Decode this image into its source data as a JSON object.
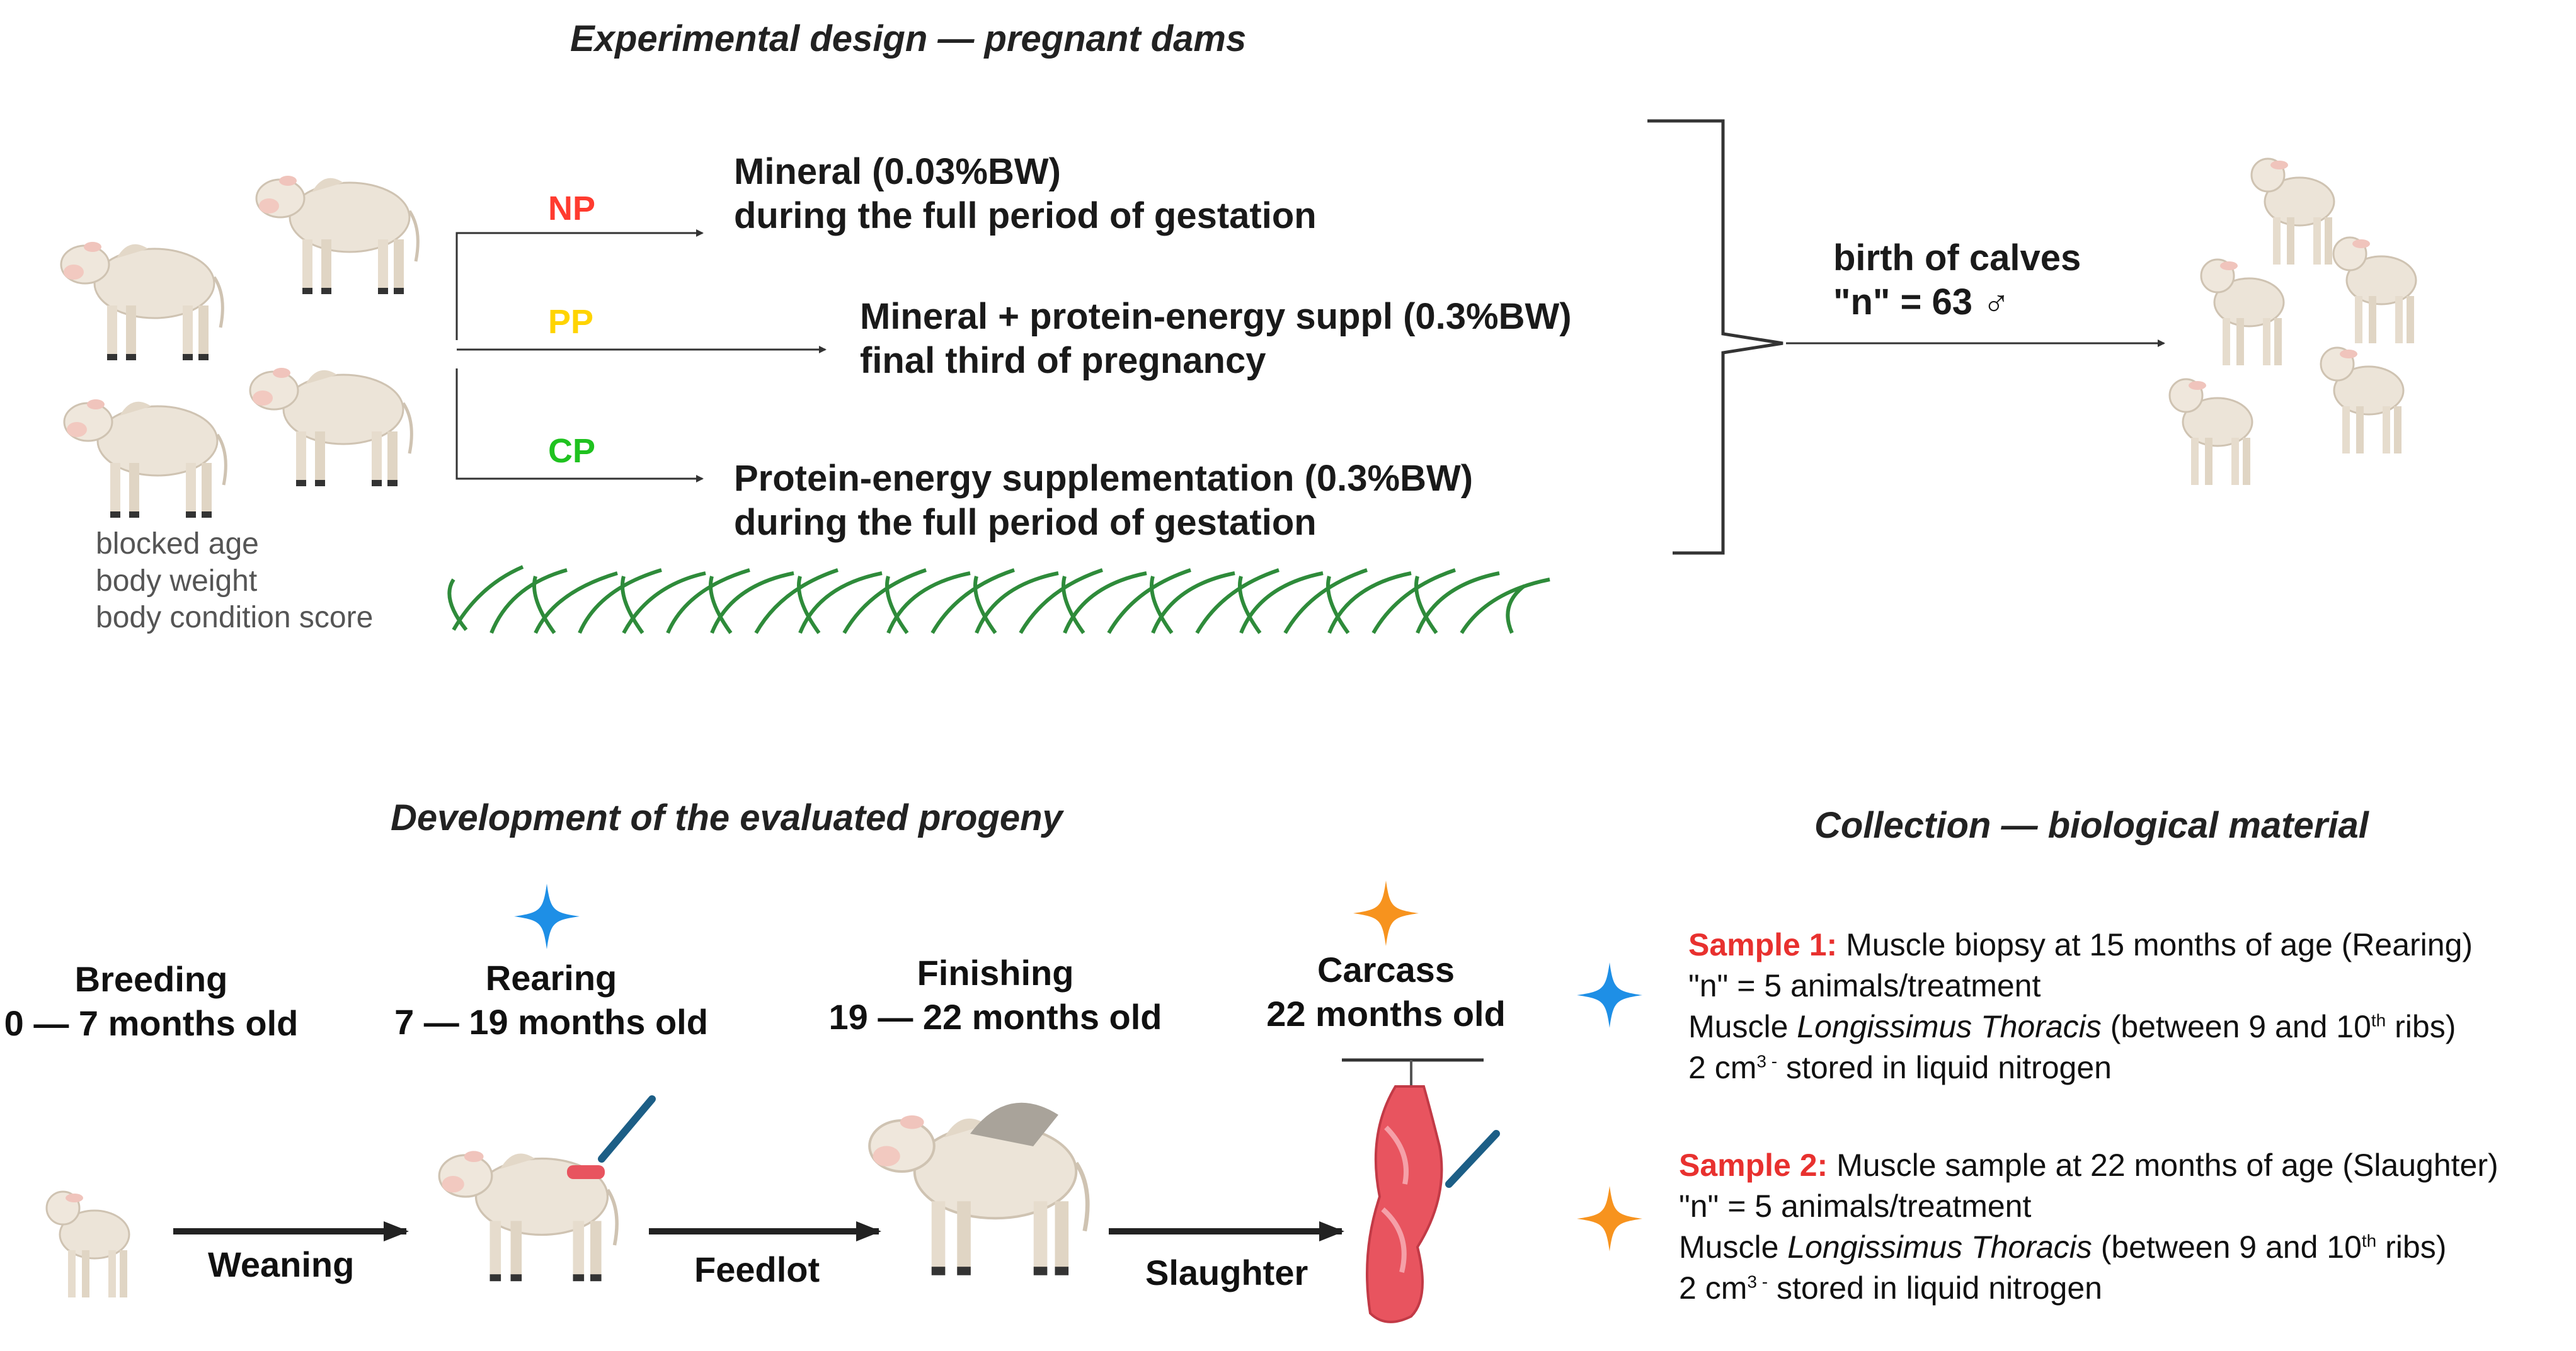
{
  "titles": {
    "experimental": "Experimental design — pregnant dams",
    "development": "Development of the evaluated progeny",
    "collection": "Collection — biological material"
  },
  "blocking": {
    "line1": "blocked age",
    "line2": "body weight",
    "line3": "body condition score"
  },
  "treatments": [
    {
      "code": "NP",
      "color": "#ff3b2f",
      "line1": "Mineral (0.03%BW)",
      "line2": "during the full period of gestation"
    },
    {
      "code": "PP",
      "color": "#ffd400",
      "line1": "Mineral + protein-energy suppl (0.3%BW)",
      "line2": "final third of pregnancy"
    },
    {
      "code": "CP",
      "color": "#1fc21f",
      "line1": "Protein-energy supplementation (0.3%BW)",
      "line2": "during the full period of gestation"
    }
  ],
  "birth": {
    "line1": "birth of calves",
    "line2": "\"n\" = 63 ♂"
  },
  "stages": [
    {
      "name": "Breeding",
      "age": "0 — 7 months old"
    },
    {
      "name": "Rearing",
      "age": "7 — 19 months old"
    },
    {
      "name": "Finishing",
      "age": "19 — 22 months old"
    },
    {
      "name": "Carcass",
      "age": "22 months old"
    }
  ],
  "transitions": [
    "Weaning",
    "Feedlot",
    "Slaughter"
  ],
  "samples": [
    {
      "label": "Sample 1:",
      "desc": " Muscle biopsy at 15 months of age (Rearing)",
      "n": "\"n\" = 5 animals/treatment",
      "muscle_prefix": "Muscle ",
      "muscle_name": "Longissimus Thoracis",
      "muscle_suffix": " (between 9 and 10",
      "sup": "th",
      "muscle_end": " ribs)",
      "storage_a": "2 cm",
      "storage_sup": "3 -",
      "storage_b": " stored in liquid nitrogen",
      "star_color": "#1e8fe6"
    },
    {
      "label": "Sample 2:",
      "desc": " Muscle sample at 22 months of age (Slaughter)",
      "n": "\"n\" = 5 animals/treatment",
      "muscle_prefix": "Muscle ",
      "muscle_name": "Longissimus Thoracis",
      "muscle_suffix": " (between 9 and 10",
      "sup": "th",
      "muscle_end": " ribs)",
      "storage_a": "2 cm",
      "storage_sup": "3 -",
      "storage_b": " stored in liquid nitrogen",
      "star_color": "#f7931e"
    }
  ],
  "colors": {
    "cow": "#ece4d8",
    "grass": "#2e8b3a",
    "meat": "#e8545f",
    "arrow": "#222222"
  }
}
